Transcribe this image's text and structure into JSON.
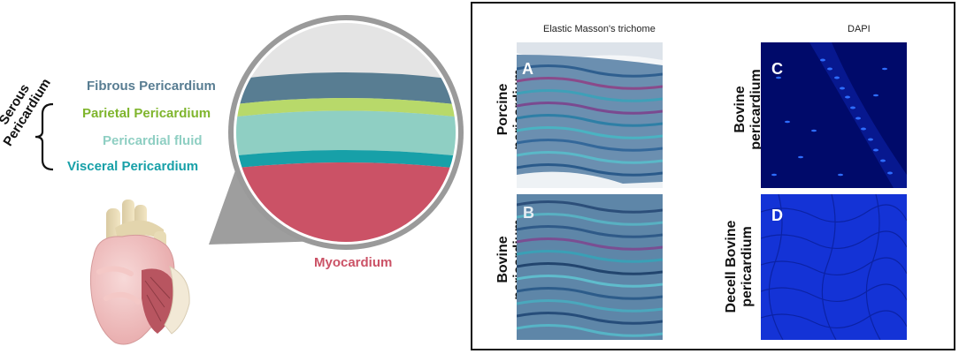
{
  "diagram": {
    "layers": {
      "fibrous": "Fibrous Pericardium",
      "parietal": "Parietal Pericardium",
      "fluid": "Pericardial fluid",
      "visceral": "Visceral Pericardium",
      "myocardium": "Myocardium"
    },
    "serous_label": "Serous Pericardium",
    "colors": {
      "fibrous": "#587d92",
      "parietal": "#b8d96a",
      "fluid": "#8fcfc3",
      "visceral": "#17a0a8",
      "myocardium": "#cb5266",
      "outer_ring": "#b3b3b3"
    }
  },
  "micrographs": {
    "col_left_title": "Elastic Masson's trichome",
    "col_right_title": "DAPI",
    "panels": [
      {
        "letter": "A",
        "label": "Porcine pericardium",
        "stain": "masson"
      },
      {
        "letter": "B",
        "label": "Bovine pericardium",
        "stain": "masson"
      },
      {
        "letter": "C",
        "label": "Bovine pericardium",
        "stain": "dapi"
      },
      {
        "letter": "D",
        "label": "Decell Bovine pericardium",
        "stain": "dapi"
      }
    ]
  }
}
